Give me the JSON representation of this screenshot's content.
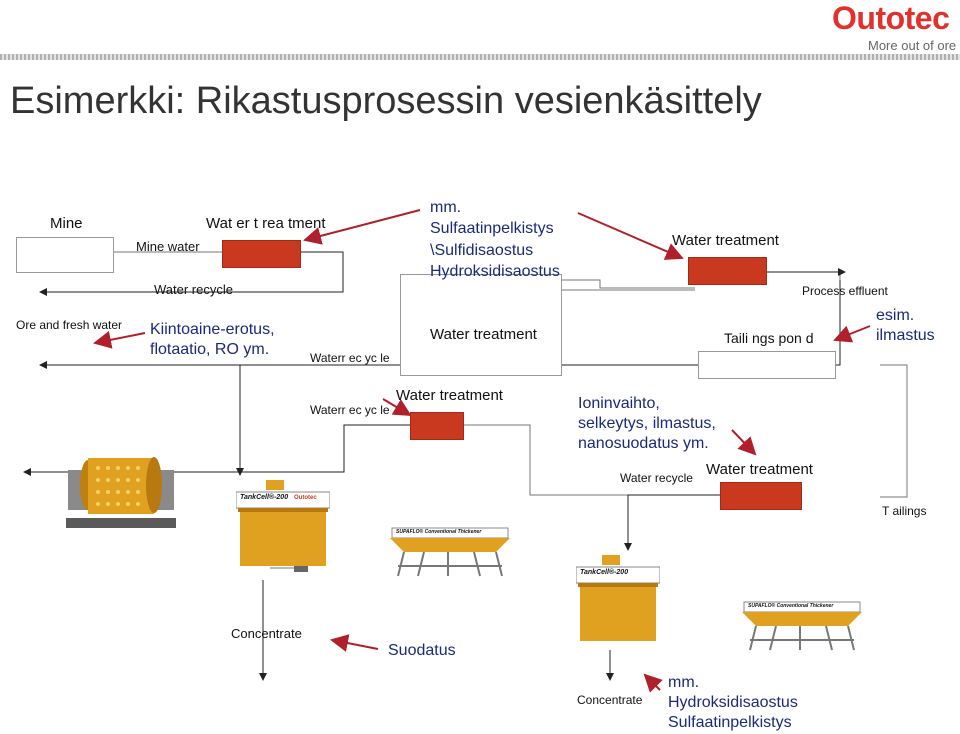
{
  "header": {
    "logo_text": "Outotec",
    "logo_tagline": "More out of ore",
    "title": "Esimerkki: Rikastusprosessin vesienkäsittely"
  },
  "labels": {
    "mine": "Mine",
    "mine_water": "Mine water",
    "water_treatment_top": "Wat er t rea tment",
    "water_recycle_1": "Water recycle",
    "ore_fresh_water": "Ore and fresh water",
    "kiintoaine_line1": "Kiintoaine-erotus,",
    "kiintoaine_line2": "flotaatio, RO ym.",
    "water_recycle_2": "Waterr ec yc le",
    "sulf_line1": "mm.",
    "sulf_line2": "Sulfaatinpelkistys",
    "sulf_line3": "\\Sulfidisaostus",
    "sulf_line4": "Hydroksidisaostus",
    "water_treatment_center": "Water treatment",
    "water_treatment_right": "Water treatment",
    "process_effluent": "Process effluent",
    "tailings_pond": "Taili ngs pon d",
    "esim_line1": "esim.",
    "esim_line2": "ilmastus",
    "water_recycle_3": "Waterr ec yc le",
    "water_treatment_mid": "Water treatment",
    "ion_line1": "Ioninvaihto,",
    "ion_line2": "selkeytys, ilmastus,",
    "ion_line3": "nanosuodatus ym.",
    "water_recycle_4": "Water recycle",
    "water_treatment_low": "Water treatment",
    "tailings": "T ailings",
    "concentrate_1": "Concentrate",
    "suodatus": "Suodatus",
    "concentrate_2": "Concentrate",
    "hyd_line1": "mm.",
    "hyd_line2": "Hydroksidisaostus",
    "hyd_line3": "Sulfaatinpelkistys"
  },
  "equipment": {
    "tankcell_1": "TankCell®-200",
    "tankcell_2": "TankCell®-200",
    "thickener_1": "SUPAFLO® Conventional Thickener",
    "thickener_2": "SUPAFLO® Conventional Thickener",
    "brand_small": "Outotec"
  },
  "colors": {
    "accent_red": "#c8391f",
    "arrow_red": "#b0202a",
    "text_blue": "#1a2a7a",
    "gold": "#e0a020"
  }
}
